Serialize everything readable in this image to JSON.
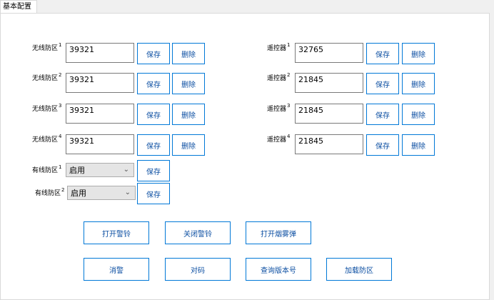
{
  "tab": {
    "label": "基本配置"
  },
  "wireless_zones": [
    {
      "label": "无线防区",
      "num": "1",
      "value": "39321",
      "save": "保存",
      "delete": "删除"
    },
    {
      "label": "无线防区",
      "num": "2",
      "value": "39321",
      "save": "保存",
      "delete": "删除"
    },
    {
      "label": "无线防区",
      "num": "3",
      "value": "39321",
      "save": "保存",
      "delete": "删除"
    },
    {
      "label": "无线防区",
      "num": "4",
      "value": "39321",
      "save": "保存",
      "delete": "删除"
    }
  ],
  "remotes": [
    {
      "label": "遥控器",
      "num": "1",
      "value": "32765",
      "save": "保存",
      "delete": "删除"
    },
    {
      "label": "遥控器",
      "num": "2",
      "value": "21845",
      "save": "保存",
      "delete": "删除"
    },
    {
      "label": "遥控器",
      "num": "3",
      "value": "21845",
      "save": "保存",
      "delete": "删除"
    },
    {
      "label": "遥控器",
      "num": "4",
      "value": "21845",
      "save": "保存",
      "delete": "删除"
    }
  ],
  "wired_zones": [
    {
      "label": "有线防区",
      "num": "1",
      "selected": "启用",
      "save": "保存"
    },
    {
      "label": "有线防区",
      "num": "2",
      "selected": "启用",
      "save": "保存"
    }
  ],
  "actions": {
    "alarm_on": "打开警铃",
    "alarm_off": "关闭警铃",
    "smoke_bomb": "打开烟雾弹",
    "clear_alarm": "消警",
    "pair": "对码",
    "query_version": "查询版本号",
    "load_zones": "加载防区"
  }
}
